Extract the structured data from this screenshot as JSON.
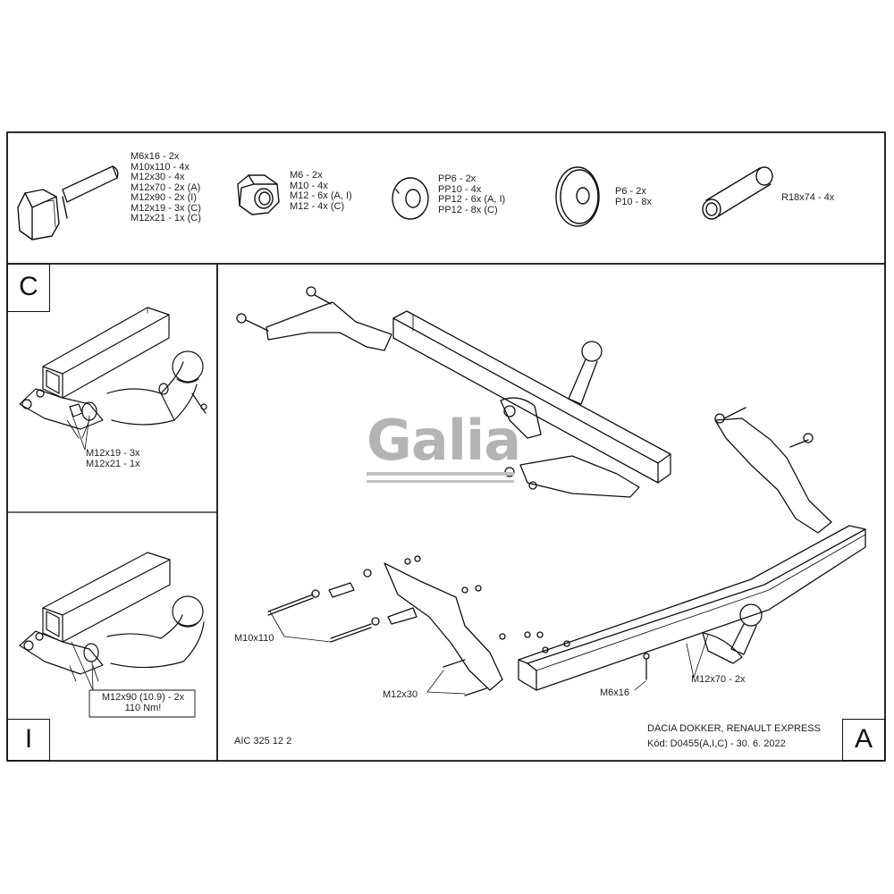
{
  "parts": {
    "bolt": [
      "M6x16 - 2x",
      "M10x110 - 4x",
      "M12x30 - 4x",
      "M12x70 - 2x (A)",
      "M12x90 - 2x (I)",
      "M12x19 - 3x (C)",
      "M12x21 - 1x (C)"
    ],
    "nut": [
      "M6 - 2x",
      "M10 - 4x",
      "M12 - 6x (A, I)",
      "M12 - 4x (C)"
    ],
    "spring_washer": [
      "PP6 - 2x",
      "PP10 - 4x",
      "PP12 - 6x (A, I)",
      "PP12 - 8x (C)"
    ],
    "flat_washer": [
      "P6 - 2x",
      "P10 - 8x"
    ],
    "spacer_tube": [
      "R18x74 - 4x"
    ]
  },
  "panel_c": {
    "letter": "C",
    "callout": [
      "M12x19 - 3x",
      "M12x21 - 1x"
    ]
  },
  "panel_i": {
    "letter": "I",
    "callout": [
      "M12x90 (10.9) - 2x",
      "110 Nm!"
    ]
  },
  "panel_a": {
    "letter": "A",
    "watermark": "Galia",
    "callouts": {
      "m10x110": "M10x110",
      "m12x30": "M12x30",
      "m6x16": "M6x16",
      "m12x70": "M12x70 - 2x"
    },
    "drawing_code": "AIC 325 12 2",
    "vehicle": "DACIA DOKKER, RENAULT EXPRESS",
    "code_date": "Kód: D0455(A,I,C) - 30. 6. 2022"
  }
}
